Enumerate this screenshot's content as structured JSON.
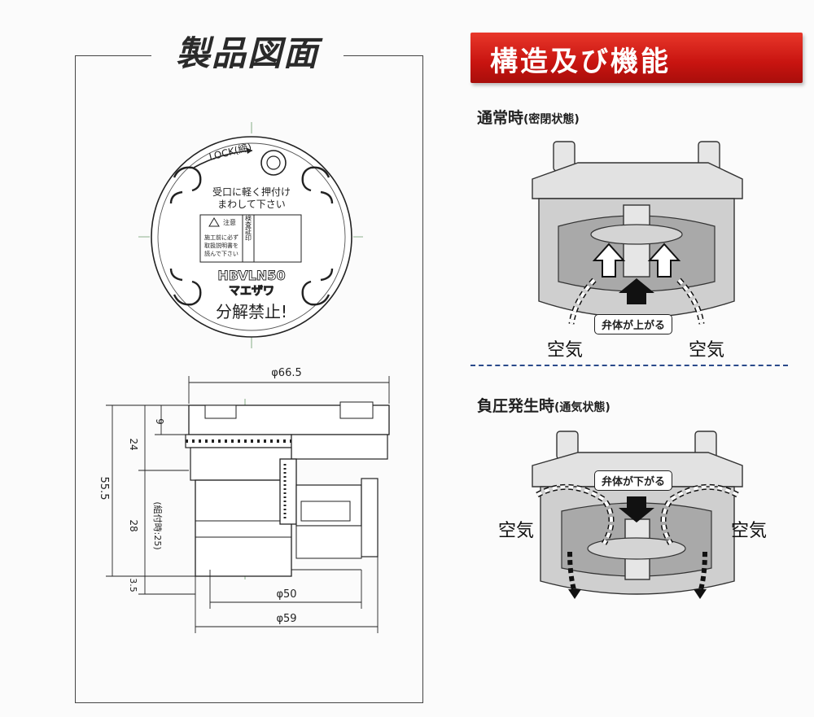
{
  "drawing": {
    "title": "製品図面",
    "top_view": {
      "lock_label": "LOCK(締)",
      "instruction_line1": "受口に軽く押付け",
      "instruction_line2": "まわして下さい",
      "caution_title": "注意",
      "caution_line1": "施工前に必ず",
      "caution_line2": "取扱説明書を",
      "caution_line3": "読んで下さい",
      "inspection_stamp": "検査証印",
      "model": "HBVLN50",
      "brand": "マエザワ",
      "warning": "分解禁止!"
    },
    "dimensions": {
      "outer_diameter": "φ66.5",
      "top_height": "9",
      "upper_height": "24",
      "total_height": "55.5",
      "lower_height": "28",
      "installed_note": "(組付時:25)",
      "bottom_height": "3.5",
      "diameter_50": "φ50",
      "diameter_59": "φ59"
    }
  },
  "function": {
    "title": "構造及び機能",
    "normal": {
      "heading": "通常時",
      "heading_note": "(密閉状態)",
      "callout": "弁体が上がる",
      "air_left": "空気",
      "air_right": "空気"
    },
    "negative": {
      "heading": "負圧発生時",
      "heading_note": "(通気状態)",
      "callout": "弁体が下がる",
      "air_left": "空気",
      "air_right": "空気"
    }
  },
  "colors": {
    "banner_red": "#c81410",
    "divider_blue": "#2a4a8a",
    "device_gray": "#d8d8d8"
  }
}
